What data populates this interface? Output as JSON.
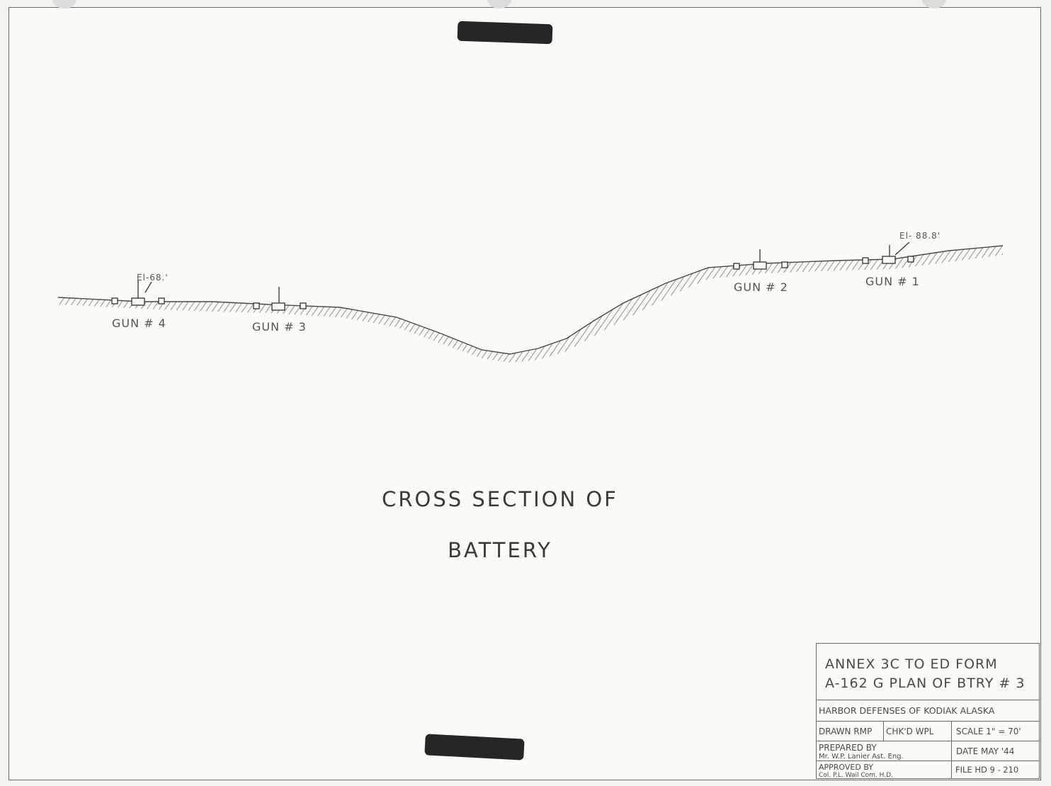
{
  "sheet": {
    "title_line1": "CROSS SECTION OF",
    "title_line2": "BATTERY"
  },
  "guns": [
    {
      "label": "GUN # 4",
      "elevation": "El-68.'"
    },
    {
      "label": "GUN # 3"
    },
    {
      "label": "GUN # 2"
    },
    {
      "label": "GUN # 1",
      "elevation": "El- 88.8'"
    }
  ],
  "title_block": {
    "annex_line1": "ANNEX 3C   TO ED  FORM",
    "annex_line2": "A-162 G PLAN OF BTRY # 3",
    "organization": "HARBOR DEFENSES OF KODIAK ALASKA",
    "drawn": "DRAWN RMP",
    "checked": "CHK'D WPL",
    "scale": "SCALE 1\" = 70'",
    "prepared": "PREPARED BY",
    "prepared_name": "Mr. W.P. Lanier  Ast. Eng.",
    "date": "DATE  MAY '44",
    "approved": "APPROVED  BY",
    "approved_name": "Col. P.L. Wail  Com. H.D.",
    "file": "FILE HD 9 - 210"
  },
  "colors": {
    "ink": "#4a4a4a",
    "paper": "#fafaf7",
    "censor": "#262626"
  }
}
